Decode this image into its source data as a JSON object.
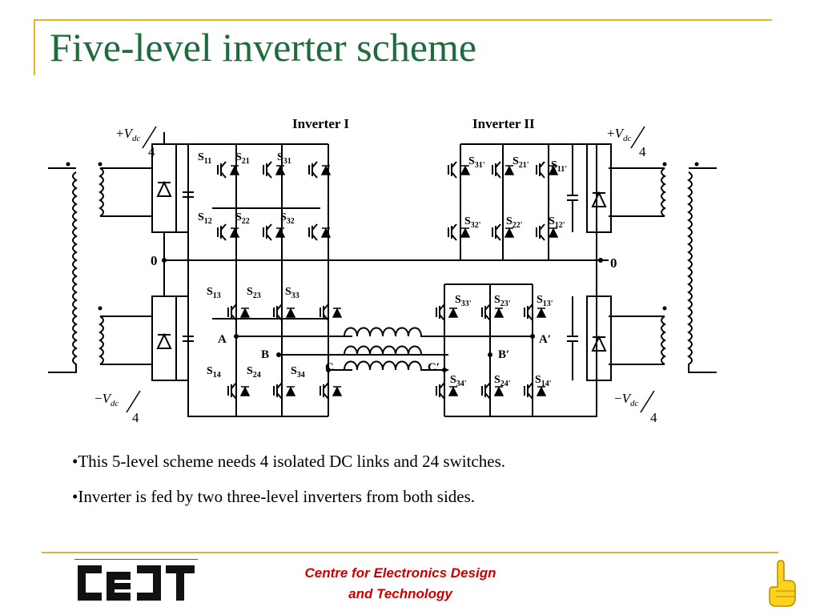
{
  "slide": {
    "title": "Five-level inverter scheme",
    "bullets": [
      "•This 5-level scheme needs 4 isolated DC links and 24 switches.",
      "•Inverter  is fed by two three-level inverters from both sides."
    ]
  },
  "diagram": {
    "labels": {
      "inverter_1": "Inverter I",
      "inverter_2": "Inverter II",
      "node_zero": "0",
      "phase_a": "A",
      "phase_b": "B",
      "phase_c": "C",
      "phase_a_prime": "A′",
      "phase_b_prime": "B′",
      "phase_c_prime": "C′",
      "vdc_num": "4"
    },
    "switches_left_top": [
      "11",
      "21",
      "31",
      "12",
      "22",
      "32"
    ],
    "switches_left_bottom": [
      "13",
      "23",
      "33",
      "14",
      "24",
      "34"
    ],
    "switches_right_top": [
      "31'",
      "21'",
      "11'",
      "32'",
      "22'",
      "12'"
    ],
    "switches_right_bottom": [
      "33'",
      "23'",
      "13'",
      "34'",
      "24'",
      "14'"
    ]
  },
  "footer": {
    "line1": "Centre for Electronics Design",
    "line2": "and Technology",
    "logo_text": "CEDT"
  },
  "colors": {
    "title": "#1e6b3b",
    "rule": "#e6b325",
    "footer": "#cc0000"
  }
}
